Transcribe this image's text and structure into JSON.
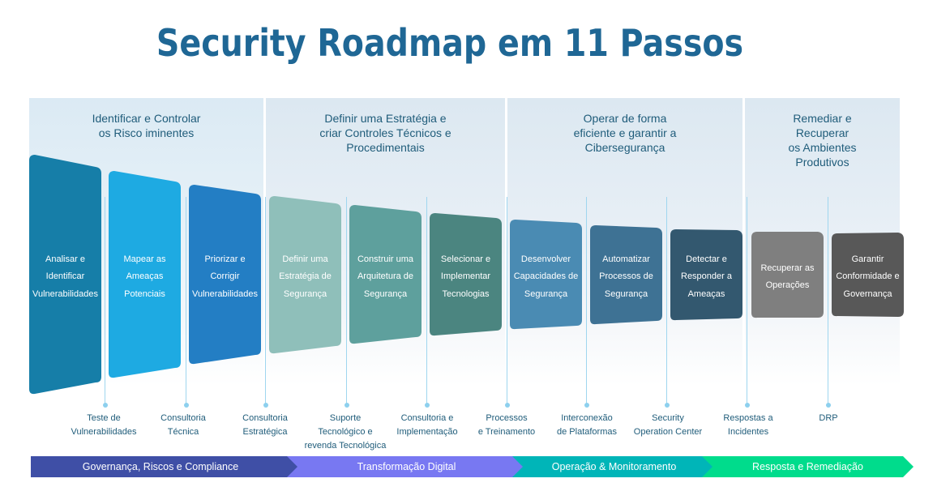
{
  "title": "Security Roadmap em 11 Passos",
  "phases": [
    {
      "title_lines": [
        "Identificar e Controlar",
        "os Risco iminentes"
      ]
    },
    {
      "title_lines": [
        "Definir uma Estratégia e",
        "criar Controles Técnicos e",
        "Procedimentais"
      ]
    },
    {
      "title_lines": [
        "Operar de forma",
        "eficiente e garantir a",
        "Cibersegurança"
      ]
    },
    {
      "title_lines": [
        "Remediar e",
        "Recuperar",
        "os Ambientes",
        "Produtivos"
      ]
    }
  ],
  "steps": [
    {
      "lines": [
        "Analisar e",
        "Identificar",
        "Vulnerabilidades"
      ],
      "color": "#167ea8"
    },
    {
      "lines": [
        "Mapear as",
        "Ameaças",
        "Potenciais"
      ],
      "color": "#1eaae2"
    },
    {
      "lines": [
        "Priorizar e",
        "Corrigir",
        "Vulnerabilidades"
      ],
      "color": "#237ec4"
    },
    {
      "lines": [
        "Definir uma",
        "Estratégia de",
        "Segurança"
      ],
      "color": "#8fbfba"
    },
    {
      "lines": [
        "Construir uma",
        "Arquitetura de",
        "Segurança"
      ],
      "color": "#5ea09d"
    },
    {
      "lines": [
        "Selecionar e",
        "Implementar",
        "Tecnologias"
      ],
      "color": "#4b8580"
    },
    {
      "lines": [
        "Desenvolver",
        "Capacidades de",
        "Segurança"
      ],
      "color": "#4a8bb3"
    },
    {
      "lines": [
        "Automatizar",
        "Processos de",
        "Segurança"
      ],
      "color": "#3e7294"
    },
    {
      "lines": [
        "Detectar e",
        "Responder a",
        "Ameaças"
      ],
      "color": "#33586f"
    },
    {
      "lines": [
        "Recuperar as",
        "Operações"
      ],
      "color": "#7f7f7f"
    },
    {
      "lines": [
        "Garantir",
        "Conformidade e",
        "Governança"
      ],
      "color": "#585858"
    }
  ],
  "services": [
    {
      "lines": [
        "Teste de",
        "Vulnerabilidades"
      ]
    },
    {
      "lines": [
        "Consultoria",
        "Técnica"
      ]
    },
    {
      "lines": [
        "Consultoria",
        "Estratégica"
      ]
    },
    {
      "lines": [
        "Suporte",
        "Tecnológico e",
        "revenda Tecnológica"
      ]
    },
    {
      "lines": [
        "Consultoria e",
        "Implementação"
      ]
    },
    {
      "lines": [
        "Processos",
        "e Treinamento"
      ]
    },
    {
      "lines": [
        "Interconexão",
        "de Plataformas"
      ]
    },
    {
      "lines": [
        "Security",
        "Operation Center"
      ]
    },
    {
      "lines": [
        "Respostas a",
        "Incidentes"
      ]
    },
    {
      "lines": [
        "DRP"
      ]
    }
  ],
  "bands": [
    {
      "label": "Governança, Riscos e Compliance",
      "color": "#3f4fa6"
    },
    {
      "label": "Transformação Digital",
      "color": "#7878f2"
    },
    {
      "label": "Operação & Monitoramento",
      "color": "#00b5b8"
    },
    {
      "label": "Resposta e Remediação",
      "color": "#00dc8c"
    }
  ]
}
